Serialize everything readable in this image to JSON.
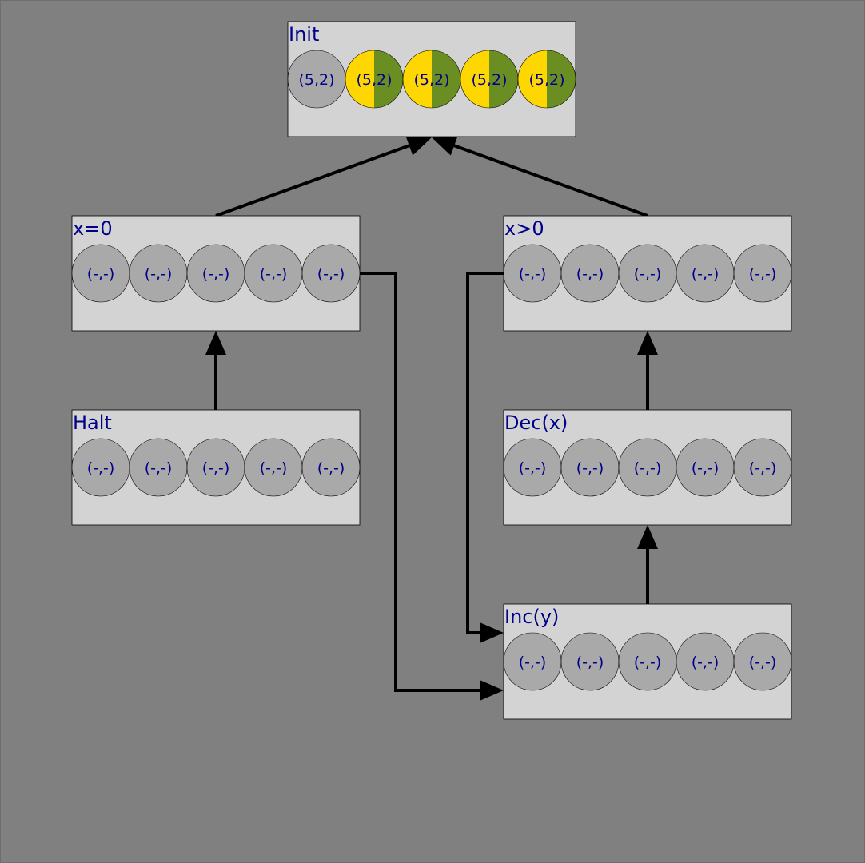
{
  "colors": {
    "background": "#808080",
    "node_fill": "#d3d3d3",
    "token_gray": "#a9a9a9",
    "token_yellow": "#ffd700",
    "token_green": "#6b8e23",
    "text": "#00008b",
    "edge": "#000000"
  },
  "nodes": [
    {
      "id": "init",
      "title": "Init",
      "tokens": [
        {
          "label": "(5,2)",
          "style": "gray"
        },
        {
          "label": "(5,2)",
          "style": "yellow-green"
        },
        {
          "label": "(5,2)",
          "style": "yellow-green"
        },
        {
          "label": "(5,2)",
          "style": "yellow-green"
        },
        {
          "label": "(5,2)",
          "style": "yellow-green"
        }
      ]
    },
    {
      "id": "x-eq-0",
      "title": "x=0",
      "tokens": [
        {
          "label": "(-,-)",
          "style": "gray"
        },
        {
          "label": "(-,-)",
          "style": "gray"
        },
        {
          "label": "(-,-)",
          "style": "gray"
        },
        {
          "label": "(-,-)",
          "style": "gray"
        },
        {
          "label": "(-,-)",
          "style": "gray"
        }
      ]
    },
    {
      "id": "x-gt-0",
      "title": "x>0",
      "tokens": [
        {
          "label": "(-,-)",
          "style": "gray"
        },
        {
          "label": "(-,-)",
          "style": "gray"
        },
        {
          "label": "(-,-)",
          "style": "gray"
        },
        {
          "label": "(-,-)",
          "style": "gray"
        },
        {
          "label": "(-,-)",
          "style": "gray"
        }
      ]
    },
    {
      "id": "halt",
      "title": "Halt",
      "tokens": [
        {
          "label": "(-,-)",
          "style": "gray"
        },
        {
          "label": "(-,-)",
          "style": "gray"
        },
        {
          "label": "(-,-)",
          "style": "gray"
        },
        {
          "label": "(-,-)",
          "style": "gray"
        },
        {
          "label": "(-,-)",
          "style": "gray"
        }
      ]
    },
    {
      "id": "dec-x",
      "title": "Dec(x)",
      "tokens": [
        {
          "label": "(-,-)",
          "style": "gray"
        },
        {
          "label": "(-,-)",
          "style": "gray"
        },
        {
          "label": "(-,-)",
          "style": "gray"
        },
        {
          "label": "(-,-)",
          "style": "gray"
        },
        {
          "label": "(-,-)",
          "style": "gray"
        }
      ]
    },
    {
      "id": "inc-y",
      "title": "Inc(y)",
      "tokens": [
        {
          "label": "(-,-)",
          "style": "gray"
        },
        {
          "label": "(-,-)",
          "style": "gray"
        },
        {
          "label": "(-,-)",
          "style": "gray"
        },
        {
          "label": "(-,-)",
          "style": "gray"
        },
        {
          "label": "(-,-)",
          "style": "gray"
        }
      ]
    }
  ],
  "edges": [
    {
      "from": "x-eq-0",
      "to": "init"
    },
    {
      "from": "x-gt-0",
      "to": "init"
    },
    {
      "from": "halt",
      "to": "x-eq-0"
    },
    {
      "from": "dec-x",
      "to": "x-gt-0"
    },
    {
      "from": "inc-y",
      "to": "dec-x"
    },
    {
      "from": "x-eq-0",
      "to": "inc-y"
    },
    {
      "from": "x-gt-0",
      "to": "inc-y"
    }
  ]
}
